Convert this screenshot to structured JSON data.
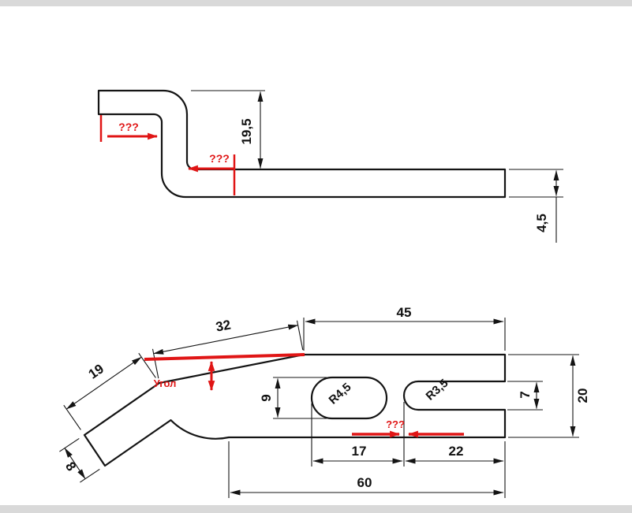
{
  "page": {
    "background": "#ffffff",
    "chrome_strip": "#d9d9d9"
  },
  "colors": {
    "drawing_line": "#141414",
    "annotation_red": "#e01515"
  },
  "side_view": {
    "dims": {
      "height": "19,5",
      "thickness": "4,5"
    },
    "annotations": {
      "question_left": "???",
      "question_mid": "???"
    }
  },
  "plan_view": {
    "dims": {
      "top_width": "45",
      "slope_length": "32",
      "arm_length": "19",
      "arm_width": "8",
      "slot_height": "9",
      "fork_gap": "7",
      "body_height": "20",
      "slot_span": "17",
      "fork_span": "22",
      "total_width": "60",
      "slot_radius": "R4,5",
      "fork_radius": "R3,5"
    },
    "annotations": {
      "angle_label": "Угол",
      "question_gap": "???"
    }
  }
}
